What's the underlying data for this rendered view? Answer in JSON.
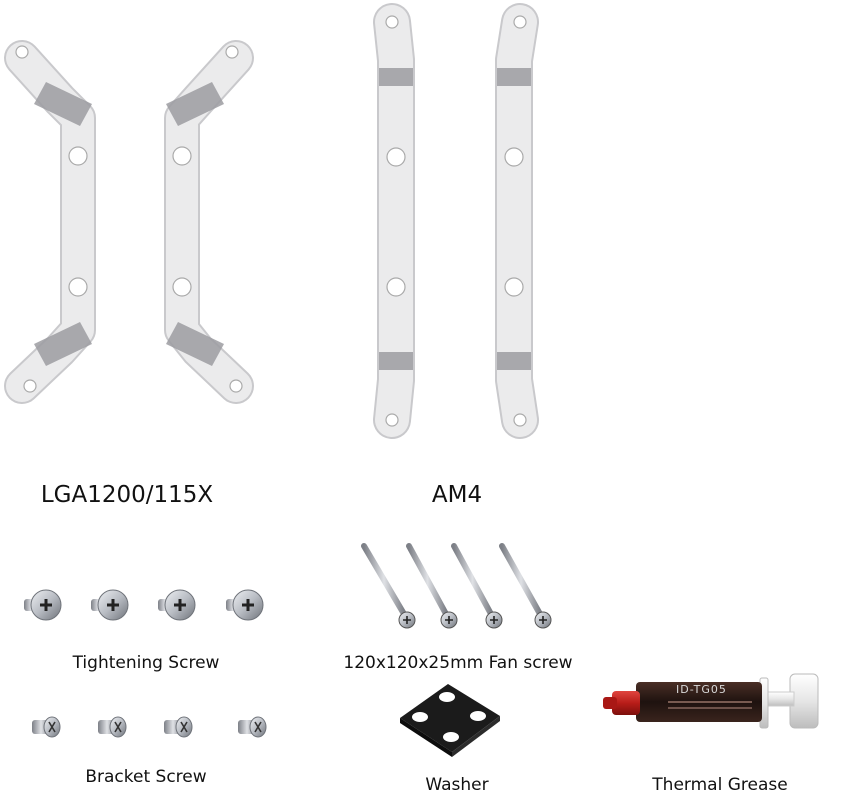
{
  "labels": {
    "lga": "LGA1200/115X",
    "am4": "AM4",
    "tightening_screw": "Tightening Screw",
    "fan_screw": "120x120x25mm Fan screw",
    "bracket_screw": "Bracket Screw",
    "washer": "Washer",
    "thermal_grease": "Thermal Grease"
  },
  "grease": {
    "product_code": "ID-TG05"
  },
  "counts": {
    "tightening_screws": 4,
    "fan_screws": 4,
    "bracket_screws": 4
  },
  "colors": {
    "bracket_face": "#ebebec",
    "bracket_edge": "#c9c9cc",
    "bracket_bend": "#9c9ca1",
    "screw_metal": "#b9bcc2",
    "washer": "#1b1b1b",
    "syringe_body": "#2a1a16",
    "syringe_cap": "#c8231f",
    "syringe_label_text": "#d9d9d9"
  }
}
